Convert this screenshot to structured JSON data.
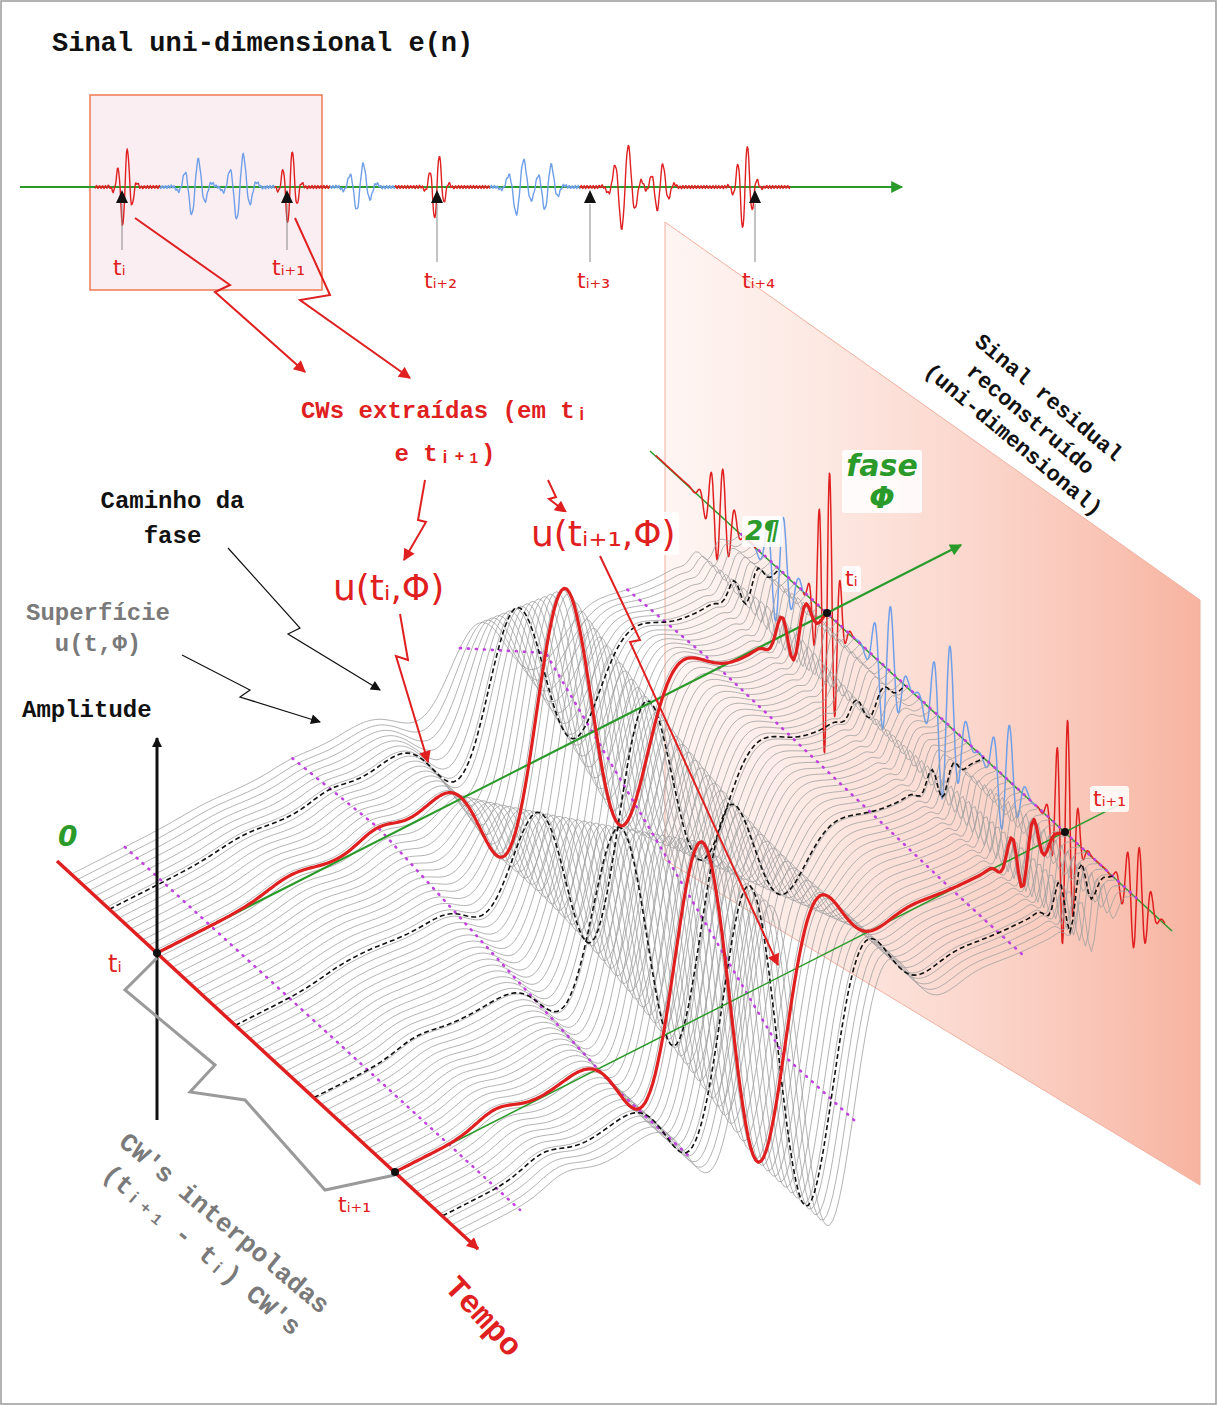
{
  "diagram": {
    "title": "Sinal uni-dimensional e(n)",
    "labels": [
      "tᵢ",
      "tᵢ₊₁",
      "tᵢ₊₂",
      "tᵢ₊₃",
      "tᵢ₊₄",
      "CWs extraídas (em tᵢ e tᵢ₊₁)",
      "Caminho da fase",
      "u(tᵢ,Φ)",
      "u(tᵢ₊₁,Φ)",
      "Superfície u(t,Φ)",
      "Amplitude",
      "Sinal residual reconstruído (uni-dimensional)",
      "2¶",
      "fase Φ",
      "0",
      "tᵢ",
      "tᵢ",
      "tᵢ₊₁",
      "tᵢ₊₁",
      "Tempo",
      "CW's interpoladas (tᵢ₊₁ - tᵢ) CW's"
    ]
  }
}
